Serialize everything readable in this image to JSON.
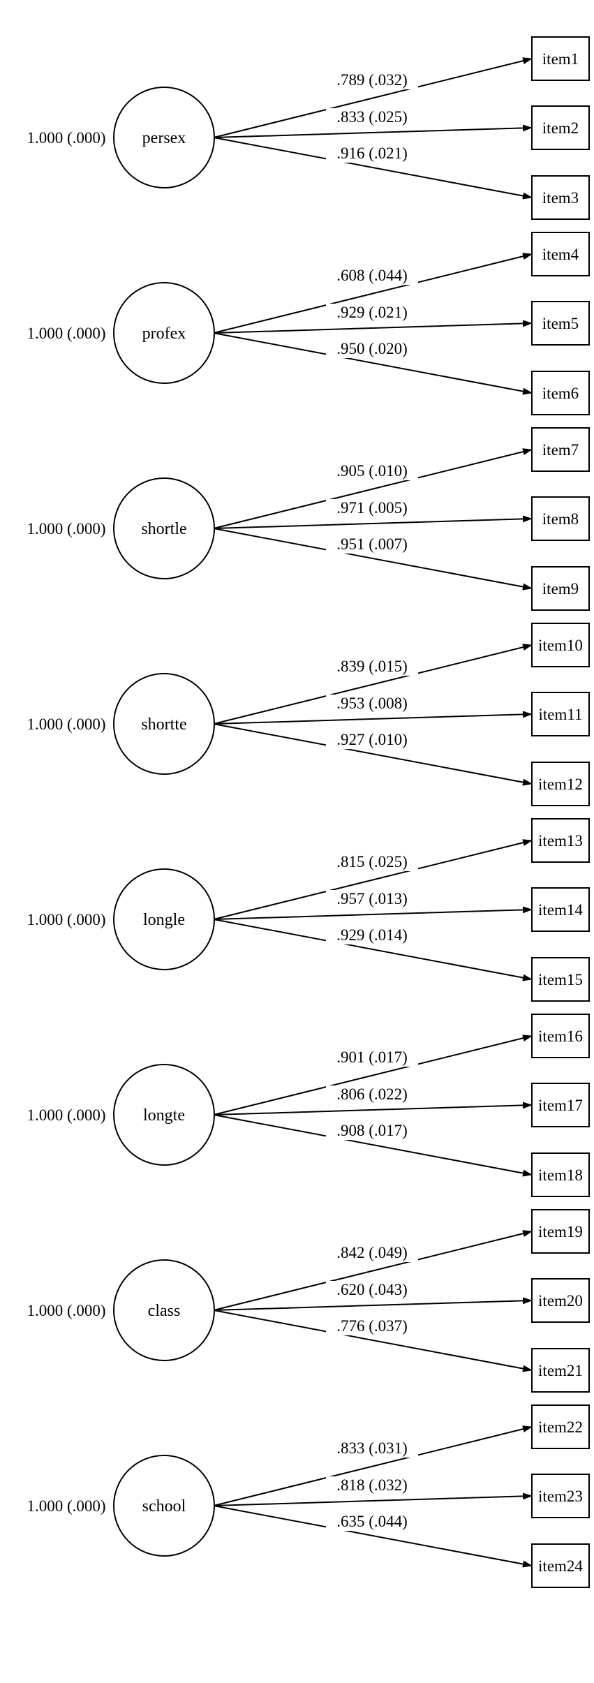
{
  "factors": [
    {
      "name": "persex",
      "variance": "1.000 (.000)",
      "loadings": [
        {
          "item": "item1",
          "label": ".789 (.032)"
        },
        {
          "item": "item2",
          "label": ".833 (.025)"
        },
        {
          "item": "item3",
          "label": ".916 (.021)"
        }
      ]
    },
    {
      "name": "profex",
      "variance": "1.000 (.000)",
      "loadings": [
        {
          "item": "item4",
          "label": ".608 (.044)"
        },
        {
          "item": "item5",
          "label": ".929 (.021)"
        },
        {
          "item": "item6",
          "label": ".950 (.020)"
        }
      ]
    },
    {
      "name": "shortle",
      "variance": "1.000 (.000)",
      "loadings": [
        {
          "item": "item7",
          "label": ".905 (.010)"
        },
        {
          "item": "item8",
          "label": ".971 (.005)"
        },
        {
          "item": "item9",
          "label": ".951 (.007)"
        }
      ]
    },
    {
      "name": "shortte",
      "variance": "1.000 (.000)",
      "loadings": [
        {
          "item": "item10",
          "label": ".839 (.015)"
        },
        {
          "item": "item11",
          "label": ".953 (.008)"
        },
        {
          "item": "item12",
          "label": ".927 (.010)"
        }
      ]
    },
    {
      "name": "longle",
      "variance": "1.000 (.000)",
      "loadings": [
        {
          "item": "item13",
          "label": ".815 (.025)"
        },
        {
          "item": "item14",
          "label": ".957 (.013)"
        },
        {
          "item": "item15",
          "label": ".929 (.014)"
        }
      ]
    },
    {
      "name": "longte",
      "variance": "1.000 (.000)",
      "loadings": [
        {
          "item": "item16",
          "label": ".901 (.017)"
        },
        {
          "item": "item17",
          "label": ".806 (.022)"
        },
        {
          "item": "item18",
          "label": ".908 (.017)"
        }
      ]
    },
    {
      "name": "class",
      "variance": "1.000 (.000)",
      "loadings": [
        {
          "item": "item19",
          "label": ".842 (.049)"
        },
        {
          "item": "item20",
          "label": ".620 (.043)"
        },
        {
          "item": "item21",
          "label": ".776 (.037)"
        }
      ]
    },
    {
      "name": "school",
      "variance": "1.000 (.000)",
      "loadings": [
        {
          "item": "item22",
          "label": ".833 (.031)"
        },
        {
          "item": "item23",
          "label": ".818 (.032)"
        },
        {
          "item": "item24",
          "label": ".635 (.044)"
        }
      ]
    }
  ]
}
